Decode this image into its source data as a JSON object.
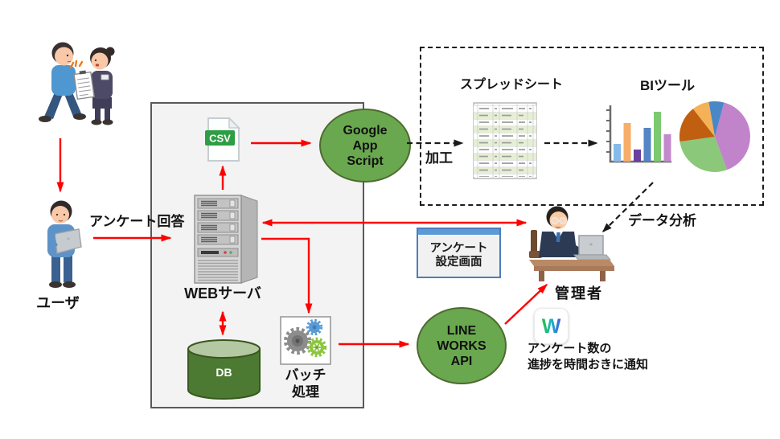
{
  "actors": {
    "user_label": "ユーザ",
    "admin_label": "管理者"
  },
  "server_box": {
    "csv_label": "CSV",
    "web_server_label": "WEBサーバ",
    "db_label": "DB",
    "batch_line1": "バッチ",
    "batch_line2": "処理"
  },
  "nodes": {
    "gas_line1": "Google",
    "gas_line2": "App",
    "gas_line3": "Script",
    "lw_line1": "LINE",
    "lw_line2": "WORKS",
    "lw_line3": "API",
    "settings_line1": "アンケート",
    "settings_line2": "設定画面"
  },
  "labels": {
    "survey_response": "アンケート回答",
    "processing": "加工",
    "data_analysis": "データ分析",
    "spreadsheet": "スプレッドシート",
    "bi_tool": "BIツール",
    "notify_line1": "アンケート数の",
    "notify_line2": "進捗を時間おきに通知"
  },
  "icons": {
    "line_works_w": "W",
    "bar_chart": {
      "type": "bar",
      "values": [
        22,
        48,
        15,
        42,
        62,
        34
      ],
      "colors": [
        "#85BBEA",
        "#F7AE68",
        "#6B3FA0",
        "#5585C5",
        "#7CC96F",
        "#C289CC"
      ]
    },
    "pie_chart": {
      "type": "pie",
      "slices": [
        {
          "color": "#C183C9",
          "pct": 40
        },
        {
          "color": "#8BC879",
          "pct": 28
        },
        {
          "color": "#C05F10",
          "pct": 16
        },
        {
          "color": "#F5B157",
          "pct": 9
        },
        {
          "color": "#4A87C7",
          "pct": 7
        }
      ]
    }
  },
  "colors": {
    "arrow_red": "#FF0000",
    "node_green": "#6AA84F",
    "node_green_border": "#4E6B30",
    "container_gray": "#F3F3F3",
    "db_green": "#4C7A33",
    "csv_green": "#2E9E44",
    "window_titlebar_blue": "#5B9BD5",
    "window_border_blue": "#4D7EBB"
  }
}
